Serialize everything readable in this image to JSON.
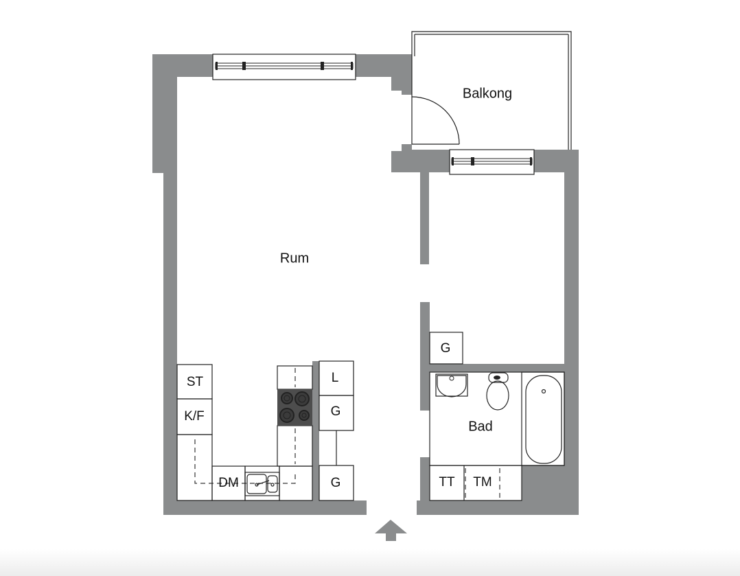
{
  "rooms": {
    "balkong": "Balkong",
    "rum": "Rum",
    "bad": "Bad"
  },
  "fixtures": {
    "st": "ST",
    "kf": "K/F",
    "dm": "DM",
    "l": "L",
    "g_kitchen": "G",
    "g_bottom": "G",
    "g_closet": "G",
    "tt": "TT",
    "tm": "TM"
  },
  "colors": {
    "wall": "#8a8c8d",
    "line": "#222222",
    "arrow": "#8a8c8d"
  },
  "icons": {
    "entrance": "arrow-up-icon",
    "stove": "stove-icon",
    "sink": "sink-icon",
    "toilet": "toilet-icon",
    "bathtub": "bathtub-icon",
    "door": "door-swing-icon"
  }
}
